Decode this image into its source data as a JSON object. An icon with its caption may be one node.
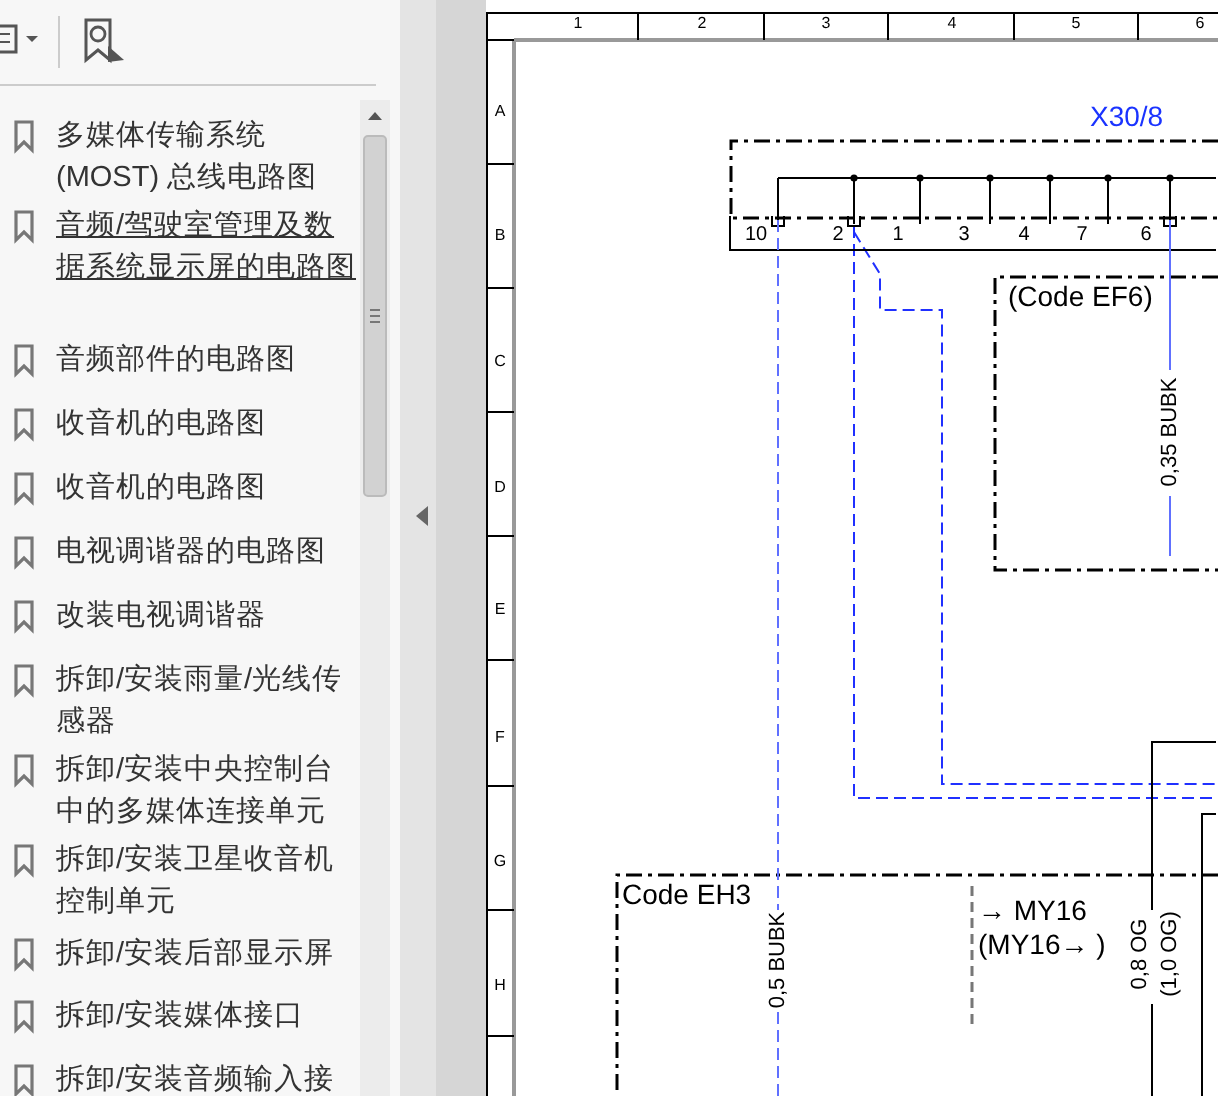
{
  "diagram": {
    "nodes": [
      {
        "text": [
          "X30/8"
        ],
        "beside": [
          "10",
          "2",
          "1",
          "3",
          "4",
          "7",
          "6"
        ]
      },
      {
        "text": [
          "(Code EF6)"
        ]
      },
      {
        "text": [
          "Code EH3"
        ]
      }
    ],
    "edges": [
      {
        "from": 0,
        "to": 1,
        "arrow": "none",
        "label": "0,35 BUBK"
      },
      {
        "from": 0,
        "to": 2,
        "arrow": "none",
        "label": "0,5 BUBK",
        "style": "dashed"
      }
    ],
    "labels": [
      "多媒体传输系统 (MOST) 总线电路图",
      "音频/驾驶室管理及数据系统显示屏的电路图",
      "音频部件的电路图",
      "收音机的电路图",
      "收音机的电路图",
      "电视调谐器的电路图",
      "改装电视调谐器",
      "拆卸/安装雨量/光线传感器",
      "拆卸/安装中央控制台中的多媒体连接单元",
      "拆卸/安装卫星收音机控制单元",
      "拆卸/安装后部显示屏",
      "拆卸/安装媒体接口",
      "拆卸/安装音频输入接",
      "1",
      "2",
      "3",
      "4",
      "5",
      "6",
      "A",
      "B",
      "C",
      "D",
      "E",
      "F",
      "G",
      "H",
      "0,8 OG",
      "(1,0 OG)",
      "→ MY16",
      "(MY16→ )"
    ]
  }
}
